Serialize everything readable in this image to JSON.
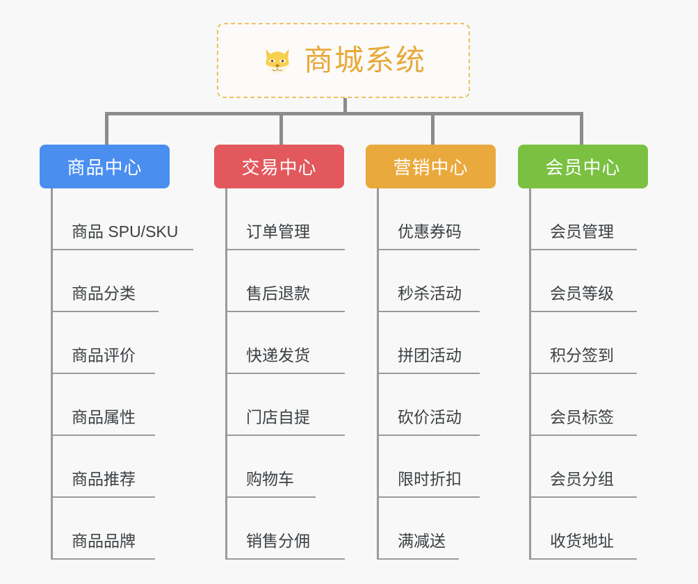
{
  "diagram": {
    "type": "org-chart-mindmap",
    "background_color": "#f8f8f8",
    "root": {
      "title": "商城系统",
      "icon": "shiba-dog-face-emoji",
      "text_color": "#e8a93a",
      "border_color": "#f0c060",
      "background_color": "#fcfbfa"
    },
    "connector_color": "#8c8c8c",
    "trunk_color": "#9a9a9a",
    "leaf_text_color": "#3c4043",
    "columns": [
      {
        "title": "商品中心",
        "color": "#4a8ef0",
        "items": [
          "商品 SPU/SKU",
          "商品分类",
          "商品评价",
          "商品属性",
          "商品推荐",
          "商品品牌"
        ]
      },
      {
        "title": "交易中心",
        "color": "#e2585c",
        "items": [
          "订单管理",
          "售后退款",
          "快递发货",
          "门店自提",
          "购物车",
          "销售分佣"
        ]
      },
      {
        "title": "营销中心",
        "color": "#eaa93c",
        "items": [
          "优惠券码",
          "秒杀活动",
          "拼团活动",
          "砍价活动",
          "限时折扣",
          "满减送"
        ]
      },
      {
        "title": "会员中心",
        "color": "#7ac142",
        "items": [
          "会员管理",
          "会员等级",
          "积分签到",
          "会员标签",
          "会员分组",
          "收货地址"
        ]
      }
    ]
  }
}
